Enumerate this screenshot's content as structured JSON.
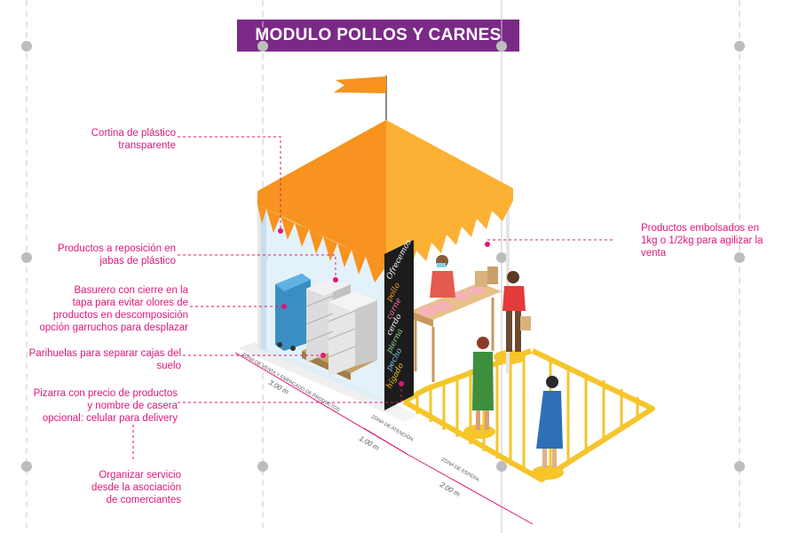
{
  "title": "MODULO POLLOS Y CARNES",
  "labels": {
    "cortina": [
      "Cortina de plástico",
      "transparente"
    ],
    "reposicion": [
      "Productos a reposición en",
      "jabas de plástico"
    ],
    "basurero": [
      "Basurero con cierre en la",
      "tapa para evitar olores de",
      "productos en descomposición",
      "opción garruchos para desplazar"
    ],
    "parihuelas": [
      "Parihuelas para separar cajas del",
      "suelo"
    ],
    "pizarra": [
      "Pizarra  con precio de productos",
      "y nombre de casera",
      "opcional: celular para delivery"
    ],
    "organizar": [
      "Organizar servicio",
      "desde la asociación",
      "de comerciantes"
    ],
    "embolsados": [
      "Productos embolsados en",
      "1kg o 1/2kg para agilizar la",
      "venta"
    ]
  },
  "board": {
    "heading": "Ofrecemos",
    "items": [
      "pollo",
      "carne",
      "cerdo",
      "pierna",
      "pecho",
      "hígado"
    ]
  },
  "zones": {
    "venta": "ZONA DE VENTA Y EMPACADO DE PRODUCTOS",
    "atencion": "ZONA DE ATENCIÓN",
    "espera": "ZONA DE ESPERA"
  },
  "dimensions": {
    "venta": "3.00 m",
    "atencion": "1.00 m",
    "espera": "2.00 m"
  },
  "colors": {
    "title_bg": "#7a2a86",
    "label": "#e0177a",
    "tent": "#f9a11b",
    "tent_dark": "#f08c00",
    "barrier": "#f6c52a",
    "board": "#1c1c1c"
  }
}
